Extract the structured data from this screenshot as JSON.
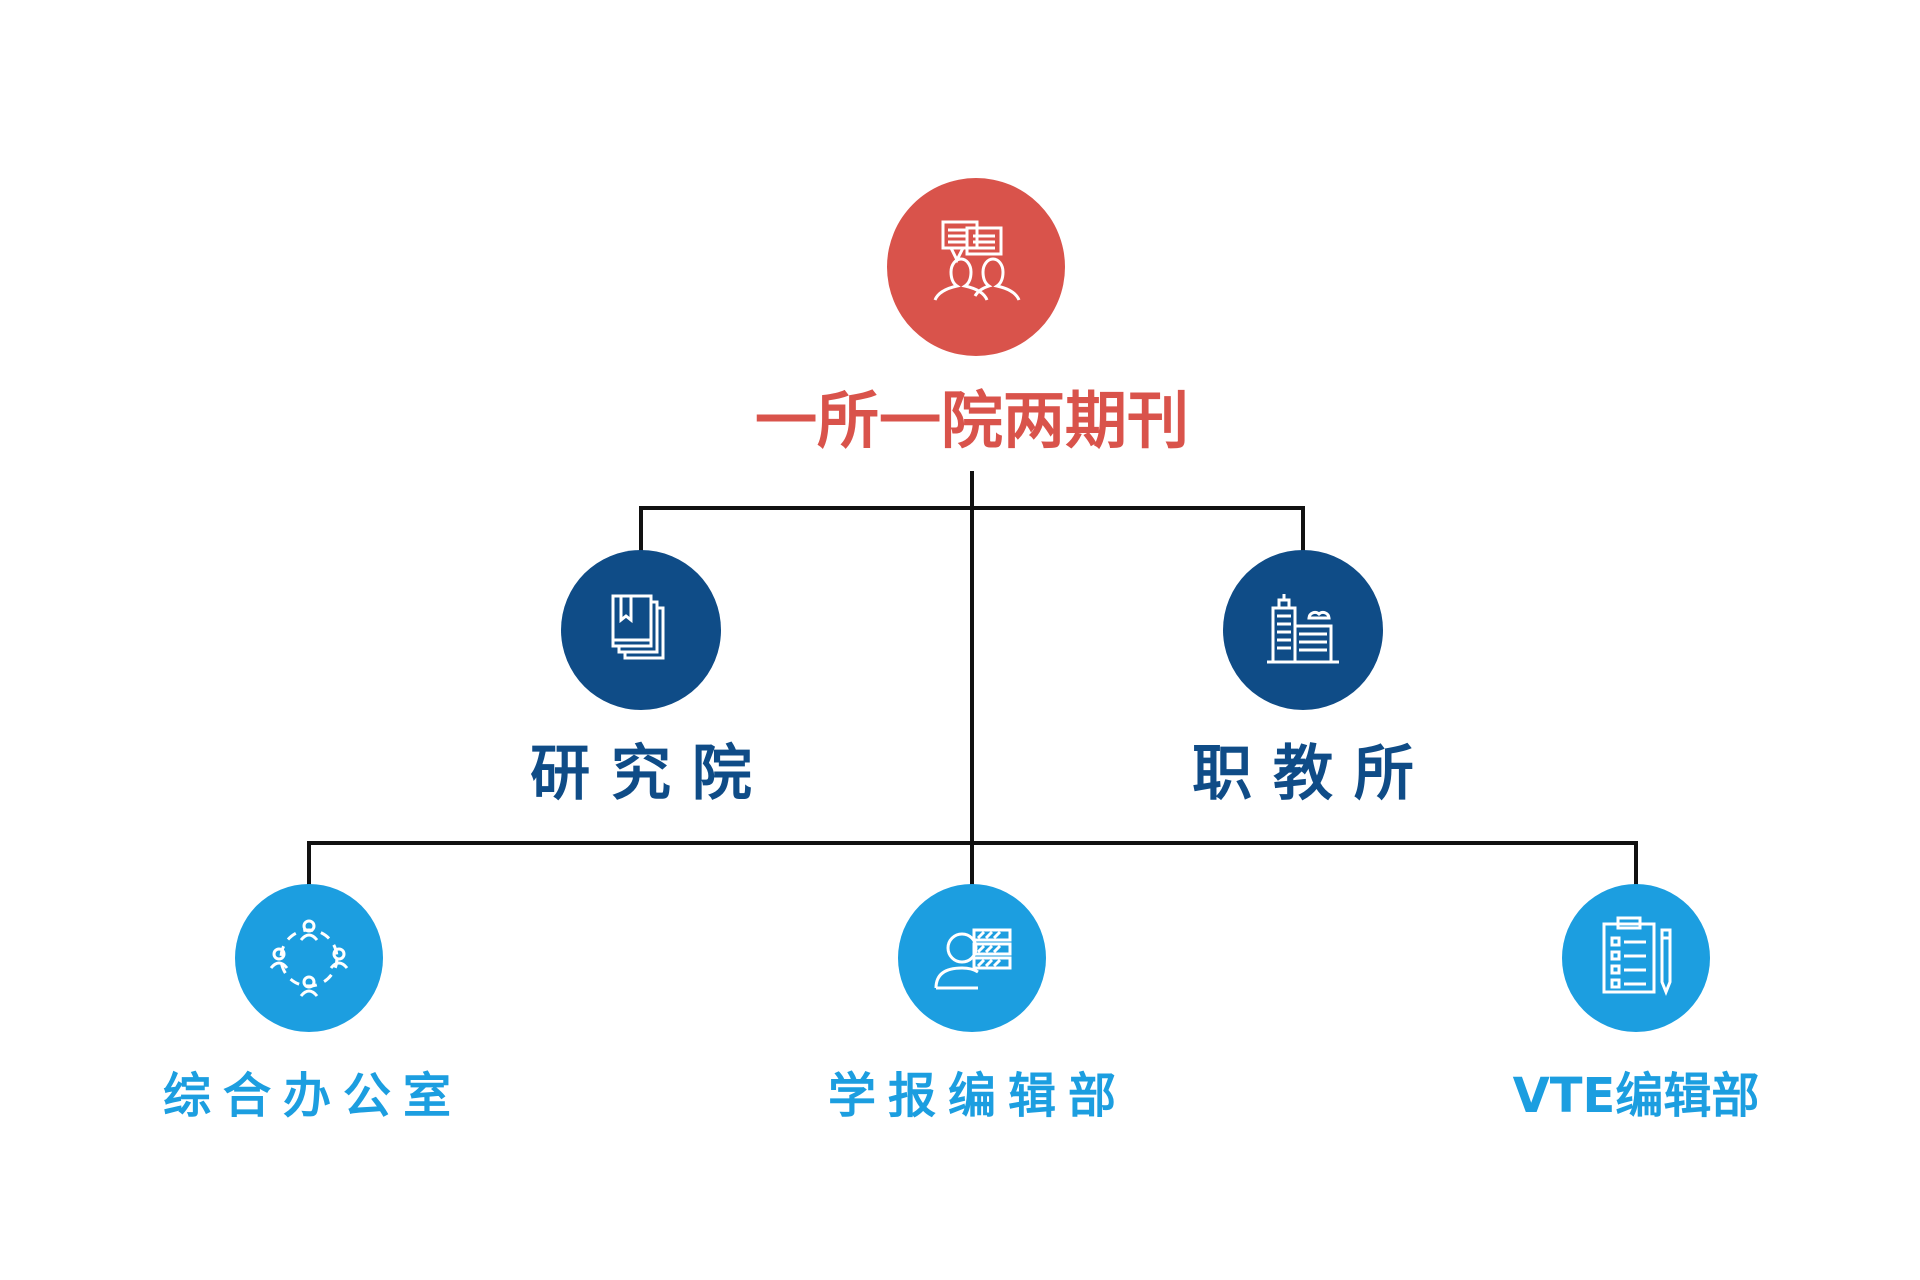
{
  "root": {
    "label": "一所一院两期刊",
    "icon": "discussion-people-icon"
  },
  "level1": [
    {
      "label": "研 究 院",
      "icon": "books-icon"
    },
    {
      "label": "职 教 所",
      "icon": "buildings-icon"
    }
  ],
  "level2": [
    {
      "label": "综合办公室",
      "icon": "team-network-icon"
    },
    {
      "label": "学报编辑部",
      "icon": "profile-card-icon"
    },
    {
      "label": "VTE编辑部",
      "icon": "clipboard-pencil-icon"
    }
  ],
  "colors": {
    "root": "#d9534b",
    "level1": "#0f4c87",
    "level2": "#1c9ee0"
  }
}
